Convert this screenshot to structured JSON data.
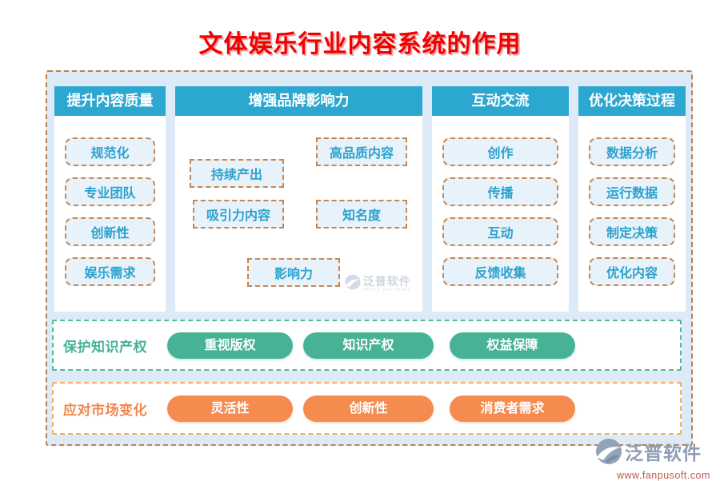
{
  "title": "文体娱乐行业内容系统的作用",
  "colors": {
    "title_red": "#f20000",
    "column_header_bg": "#2ca7cf",
    "item_text_blue": "#2ba2ce",
    "item_border_tan": "#c8854e",
    "item_bg": "#e7f2fb",
    "container_bg": "#dcebf7",
    "container_border": "#bc8150",
    "green_accent": "#47b296",
    "orange_accent": "#f68b4f",
    "logo_gray_blue": "#8e9db5",
    "logo_url_red": "#c05a49"
  },
  "columns": [
    {
      "header": "提升内容质量",
      "items": [
        "规范化",
        "专业团队",
        "创新性",
        "娱乐需求"
      ]
    },
    {
      "header": "增强品牌影响力",
      "items": [
        "持续产出",
        "高品质内容",
        "吸引力内容",
        "知名度",
        "影响力"
      ]
    },
    {
      "header": "互动交流",
      "items": [
        "创作",
        "传播",
        "互动",
        "反馈收集"
      ]
    },
    {
      "header": "优化决策过程",
      "items": [
        "数据分析",
        "运行数据",
        "制定决策",
        "优化内容"
      ]
    }
  ],
  "bands": [
    {
      "label": "保护知识产权",
      "pills": [
        "重视版权",
        "知识产权",
        "权益保障"
      ]
    },
    {
      "label": "应对市场变化",
      "pills": [
        "灵活性",
        "创新性",
        "消费者需求"
      ]
    }
  ],
  "watermark": {
    "name": "泛普软件",
    "subtitle": "FANPU SOFTWARE"
  },
  "logo": {
    "name": "泛普软件",
    "url": "www.fanpusoft.com"
  }
}
